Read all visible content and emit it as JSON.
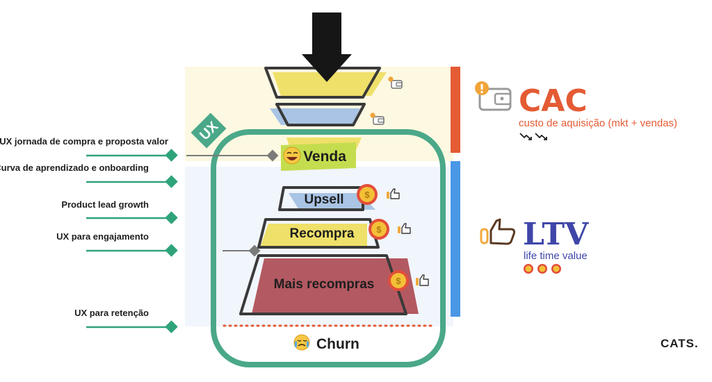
{
  "colors": {
    "acquisition_bg": "#fdf8e1",
    "retention_bg": "#f1f5fc",
    "cac": "#e45b34",
    "ltv": "#3f46a8",
    "ltv_bar": "#4a97e6",
    "frame": "#4aa889",
    "funnel_yellow": "#efe06a",
    "funnel_blue": "#a9c4e4",
    "venda_green": "#c4dd4f",
    "mais_recompras": "#b35961",
    "churn_line": "#e45b34",
    "ux_bullet": "#2fa37a"
  },
  "ux_badge": "UX",
  "ux_labels": [
    "UX jornada de compra e proposta valor",
    "Curva de aprendizado e onboarding",
    "Product lead growth",
    "UX para engajamento",
    "UX para retenção"
  ],
  "stages": {
    "venda": "Venda",
    "upsell": "Upsell",
    "recompra": "Recompra",
    "mais_recompras": "Mais recompras",
    "churn": "Churn"
  },
  "cac": {
    "title": "CAC",
    "subtitle": "custo de aquisição (mkt + vendas)",
    "icon": "wallet-alert-icon"
  },
  "ltv": {
    "title": "LTV",
    "subtitle": "life time value",
    "icon": "thumbs-up-icon"
  },
  "coin_symbol": "$",
  "brand": "CATS."
}
